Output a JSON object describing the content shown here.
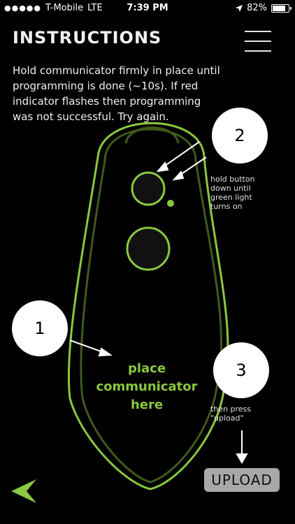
{
  "status": {
    "carrier": "T-Mobile",
    "network": "LTE",
    "time": "7:39 PM",
    "battery": "82%",
    "battery_level": 0.82
  },
  "header": {
    "title": "INSTRUCTIONS"
  },
  "instructions": {
    "text": "Hold communicator firmly in place until programming is done (~10s). If red indicator flashes then programming was not successful. Try again."
  },
  "steps": [
    {
      "number": "1"
    },
    {
      "number": "2",
      "hint": [
        "hold button",
        "down until",
        "green light",
        "turns on"
      ]
    },
    {
      "number": "3",
      "hint": [
        "then press",
        "\"upload\""
      ]
    }
  ],
  "device": {
    "place_text": [
      "place",
      "communicator",
      "here"
    ]
  },
  "footer": {
    "upload_label": "UPLOAD"
  },
  "colors": {
    "accent": "#8ac83f",
    "background": "#000000",
    "button": "#a8a8a8"
  },
  "icons": {
    "menu": "hamburger-icon",
    "back": "back-arrow-icon",
    "location": "location-arrow-icon"
  }
}
